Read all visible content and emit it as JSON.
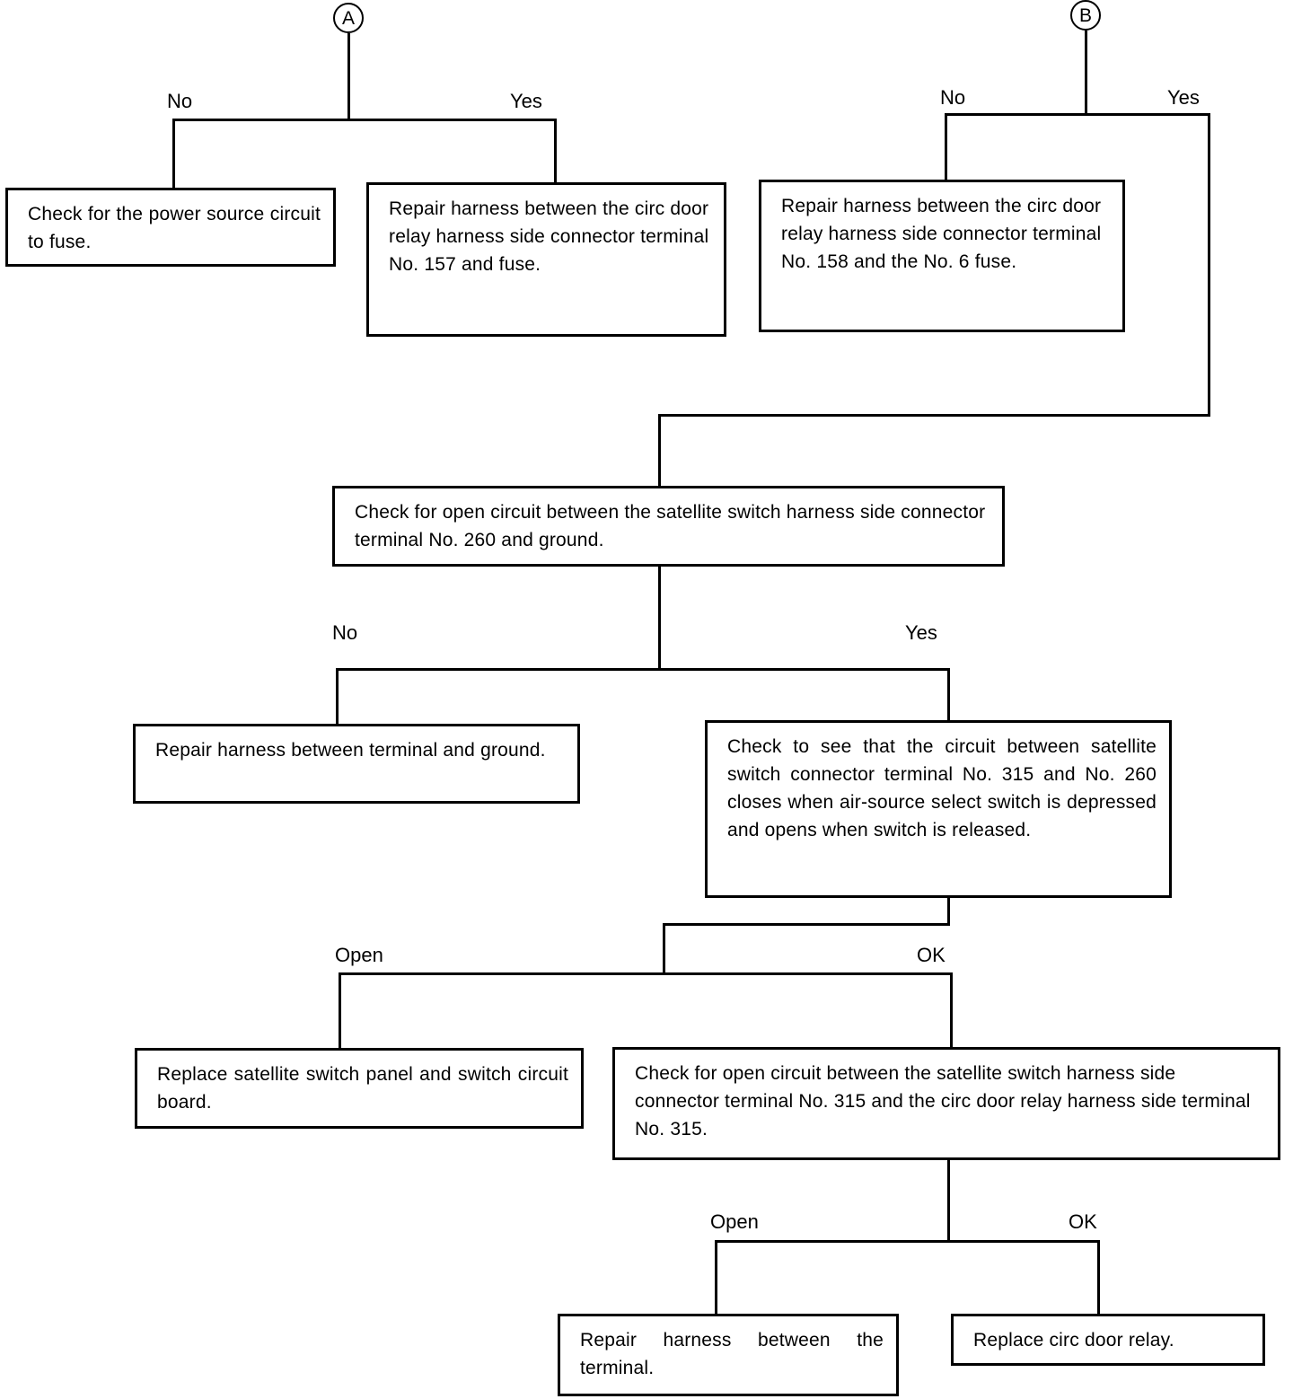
{
  "diagram": {
    "title": "Circ door relay / satellite switch troubleshooting flowchart",
    "line_color": "#000000",
    "background_color": "#ffffff"
  },
  "connectors": {
    "a": {
      "letter": "A"
    },
    "b": {
      "letter": "B"
    }
  },
  "branch_labels": {
    "a_no": "No",
    "a_yes": "Yes",
    "b_no": "No",
    "b_yes": "Yes",
    "ground_no": "No",
    "ground_yes": "Yes",
    "switch_open": "Open",
    "switch_ok": "OK",
    "terminal_open": "Open",
    "terminal_ok": "OK"
  },
  "boxes": {
    "check_power_source": "Check for the power source circuit to fuse.",
    "repair_157": "Repair harness between the circ door relay harness side connector terminal No. 157 and fuse.",
    "repair_158": "Repair harness between the circ door relay harness side connector terminal No. 158 and the No. 6 fuse.",
    "check_open_260": "Check for open circuit between the satellite switch harness side connector terminal No. 260 and ground.",
    "repair_terminal_ground": "Repair harness between terminal and ground.",
    "check_circuit_315_260": "Check to see that the circuit between satellite switch connector terminal No. 315 and No. 260 closes when air-source select switch is depressed and opens when switch is released.",
    "replace_switch_panel": "Replace satellite switch panel and switch circuit board.",
    "check_open_315": "Check for open circuit between the satellite switch harness side connector terminal No. 315 and the circ door relay harness side terminal No. 315.",
    "repair_the_terminal": "Repair harness between the terminal.",
    "replace_circ_door_relay": "Replace circ door relay."
  }
}
